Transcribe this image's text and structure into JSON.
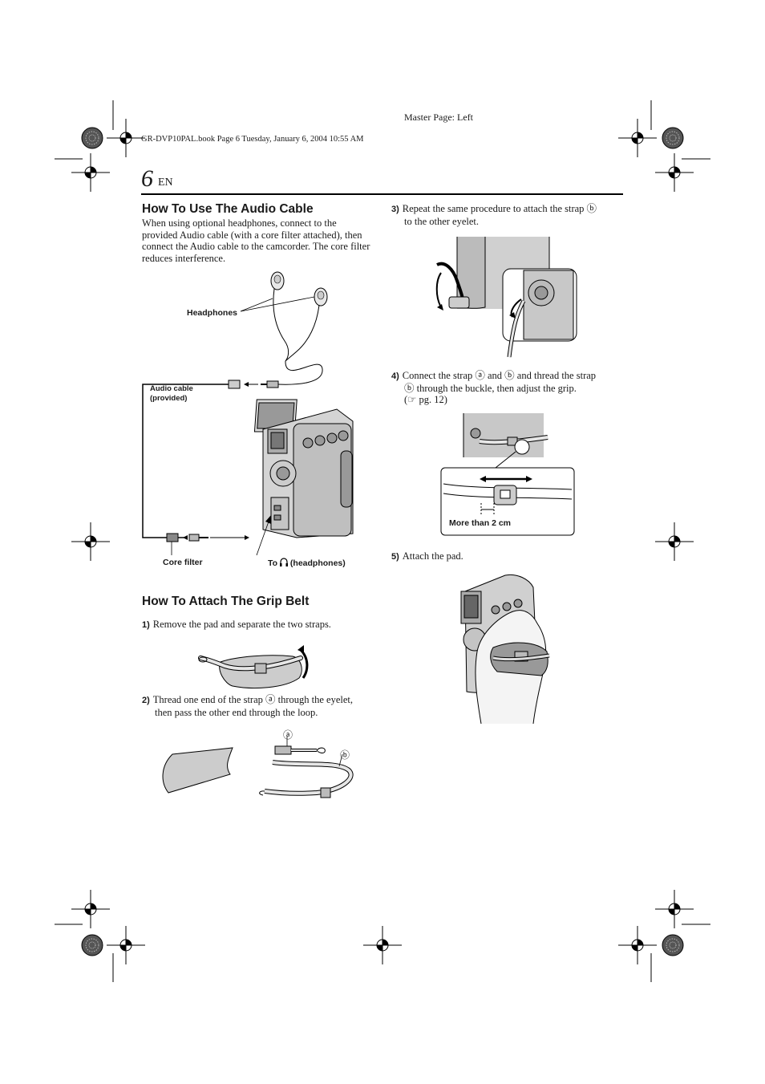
{
  "header": {
    "master_page": "Master Page: Left",
    "file_info": "GR-DVP10PAL.book  Page 6  Tuesday, January 6, 2004  10:55 AM"
  },
  "page": {
    "number": "6",
    "lang": "EN"
  },
  "audio_section": {
    "title": "How To Use The Audio Cable",
    "body": "When using optional headphones, connect to the provided Audio cable (with a core filter attached), then connect the Audio cable to the camcorder. The core filter reduces interference.",
    "labels": {
      "headphones": "Headphones",
      "audio_cable_1": "Audio cable",
      "audio_cable_2": "(provided)",
      "core_filter": "Core filter",
      "to_prefix": "To",
      "to_suffix": "(headphones)"
    }
  },
  "grip_section": {
    "title": "How To Attach The Grip Belt",
    "steps": [
      {
        "num": "1)",
        "text": "Remove the pad and separate the two straps."
      },
      {
        "num": "2)",
        "text_a": "Thread one end of the strap ⓐ through the eyelet,",
        "text_b": "then pass the other end through the loop."
      },
      {
        "num": "3)",
        "text_a": "Repeat the same procedure to attach the strap ⓑ",
        "text_b": "to the other eyelet."
      },
      {
        "num": "4)",
        "text_a": "Connect the strap ⓐ and ⓑ and thread the strap",
        "text_b": "ⓑ through the buckle, then adjust the grip.",
        "text_c": "(☞ pg. 12)"
      },
      {
        "num": "5)",
        "text": "Attach the pad."
      }
    ],
    "callouts": {
      "a": "ⓐ",
      "b": "ⓑ",
      "more_than": "More than 2 cm"
    }
  }
}
